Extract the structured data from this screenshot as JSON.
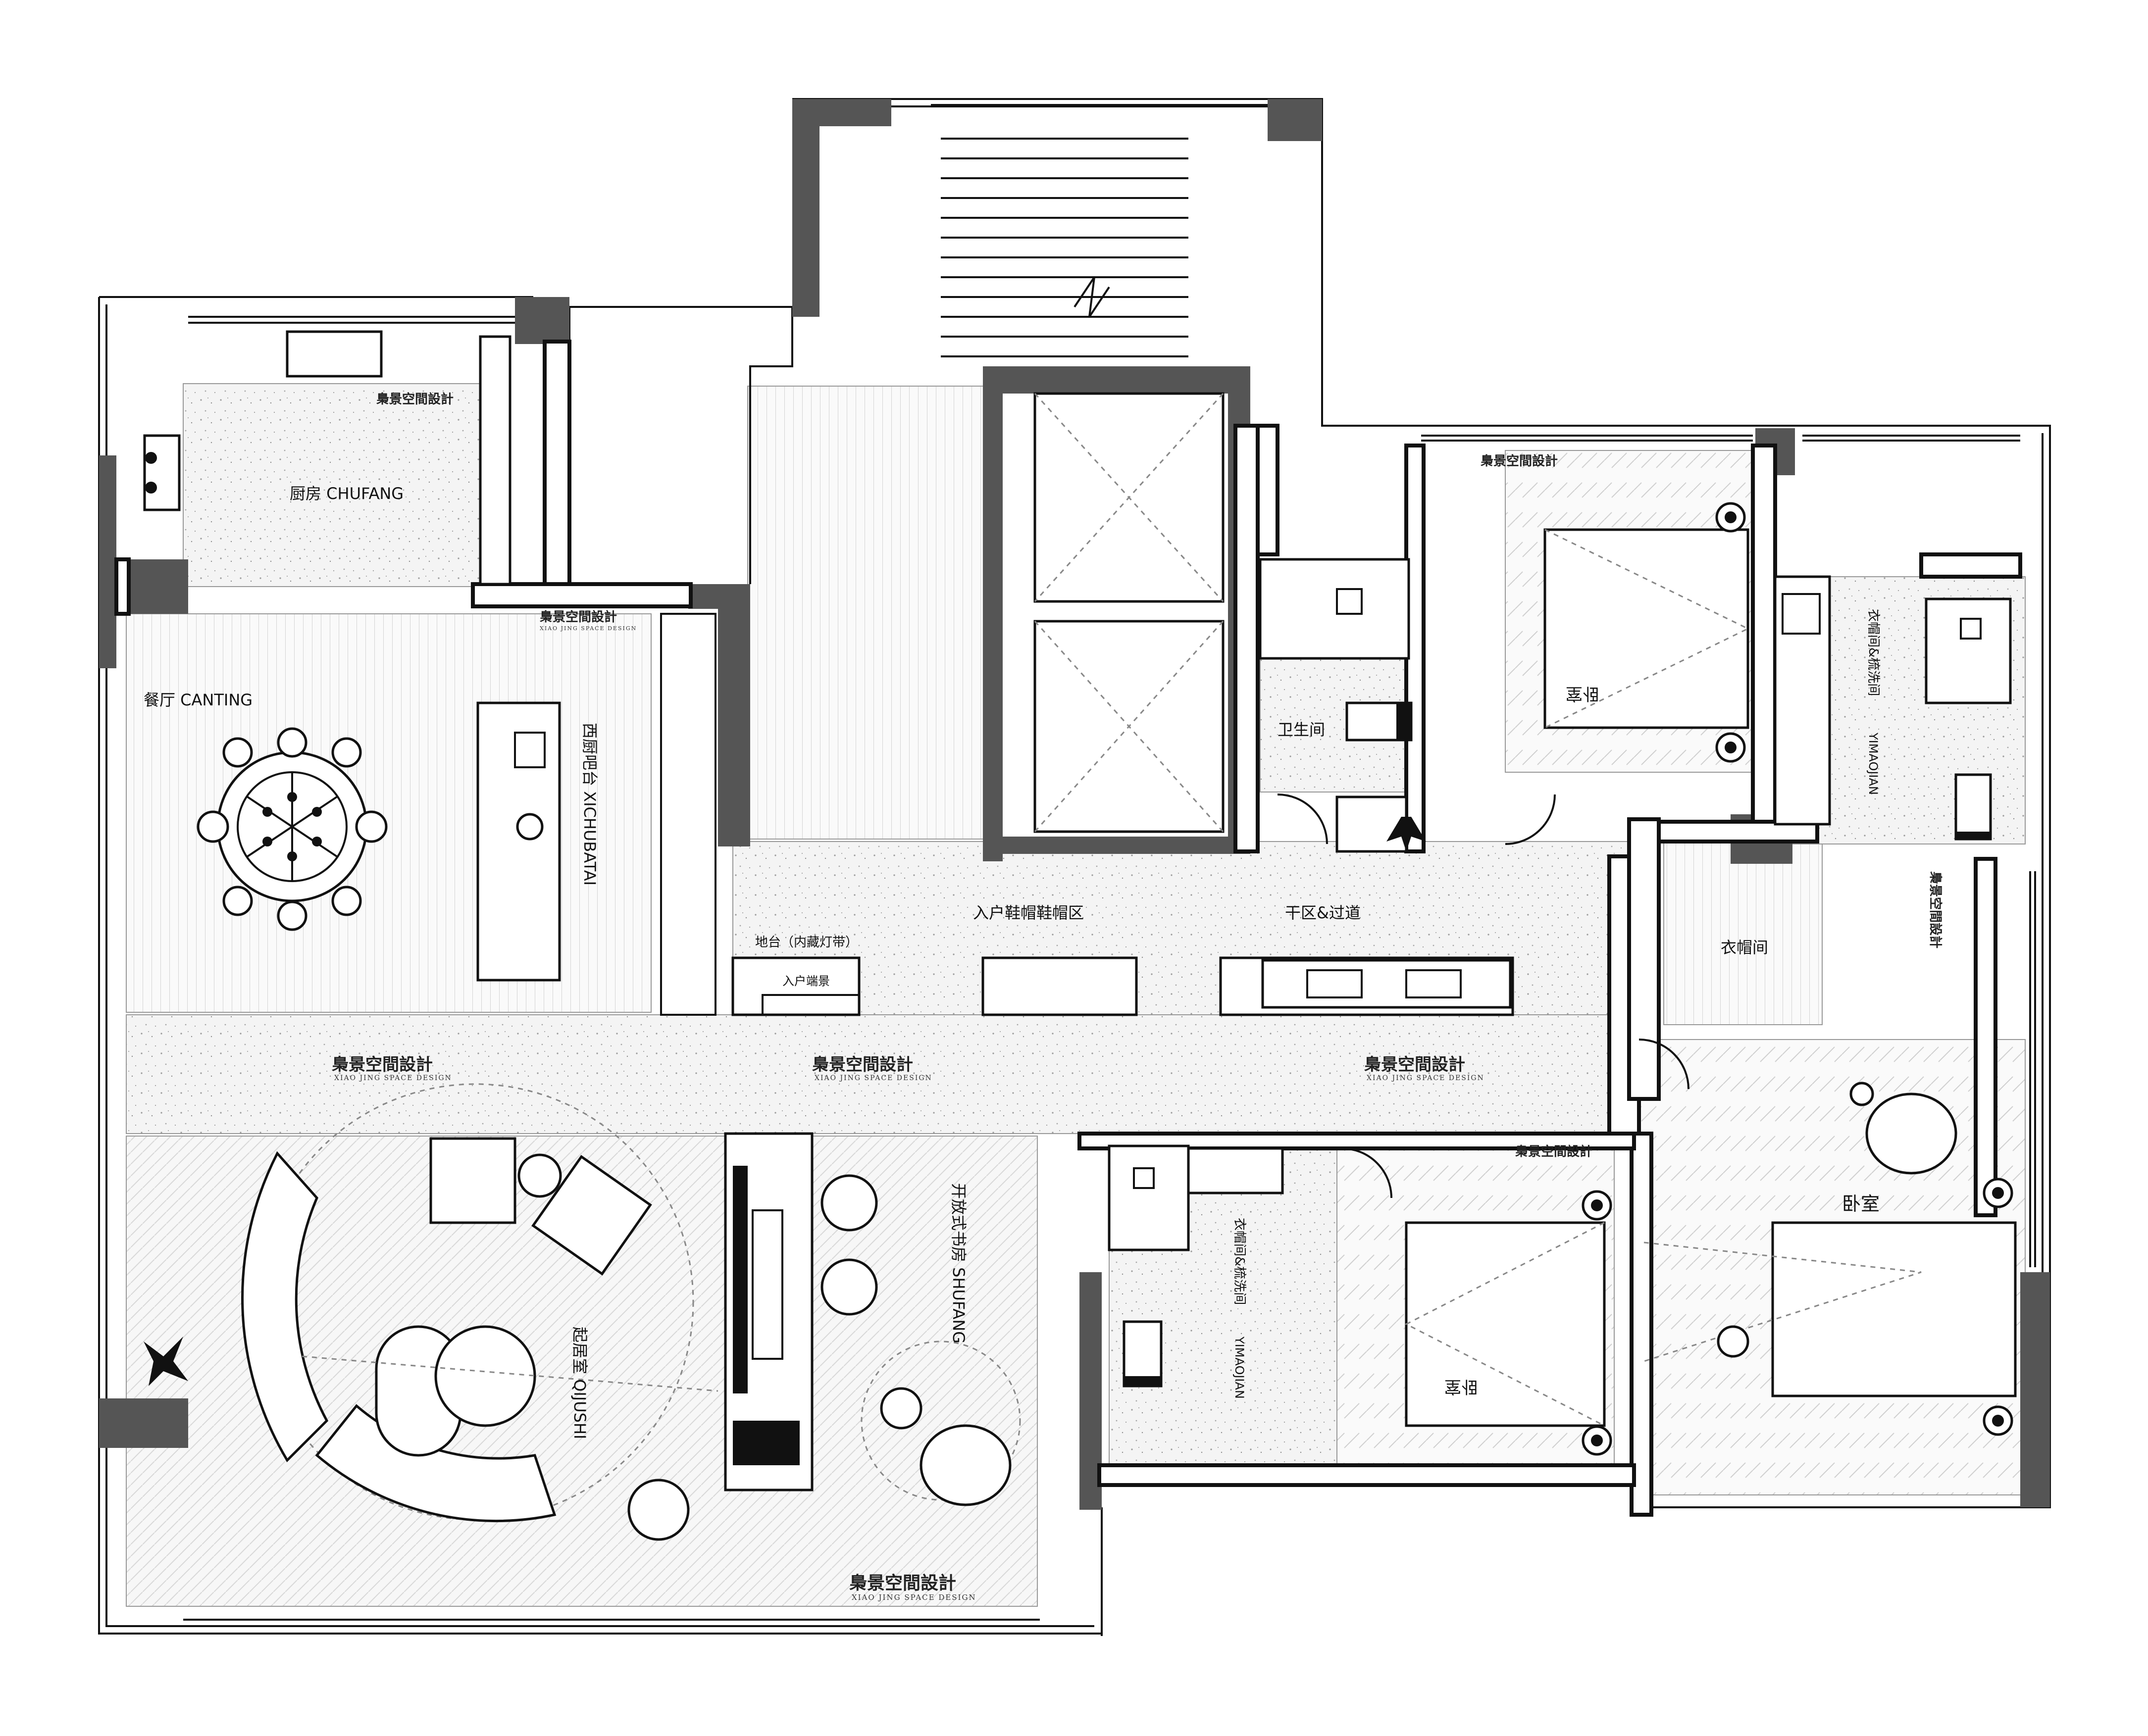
{
  "rooms": {
    "kitchen": "厨房 CHUFANG",
    "dining": "餐厅 CANTING",
    "western_bar": "西厨吧台 XICHUBATAI",
    "living": "起居室 QIJUSHI",
    "study": "开放式书房 SHUFANG",
    "entry_shoe": "入户鞋帽鞋帽区",
    "dry_corridor": "干区&过道",
    "bathroom": "卫生间",
    "cloakroom": "衣帽间",
    "bedroom_mirrored": "卧室",
    "bedroom_main": "卧室",
    "wardrobe_wash_a": "衣帽间&梳洗间",
    "wardrobe_wash_a_pinyin": "YIMAOJIAN",
    "wardrobe_wash_b": "衣帽间&梳洗间",
    "wardrobe_wash_b_pinyin": "YIMAOJIAN"
  },
  "annotations": {
    "platform": "地台（内藏灯带）",
    "entry_scene": "入户端景"
  },
  "watermark": {
    "text": "梟景空間設計",
    "sub": "XIAO JING SPACE DESIGN"
  },
  "colors": {
    "wall_fill": "#555555",
    "line": "#111111",
    "zone_fill": "#f1f1f1"
  }
}
